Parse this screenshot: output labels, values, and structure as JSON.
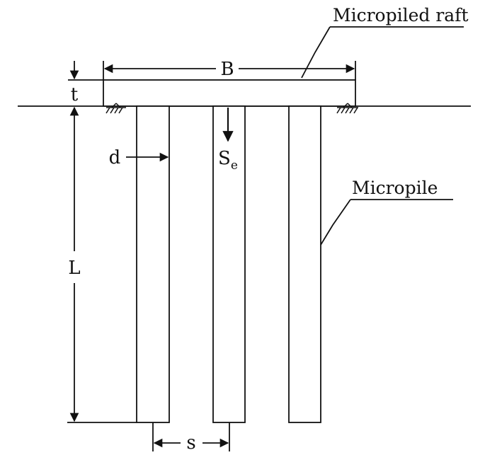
{
  "labels": {
    "raft_callout": "Micropiled raft",
    "pile_callout": "Micropile",
    "raft_width": "B",
    "raft_thickness": "t",
    "pile_diameter": "d",
    "pile_length": "L",
    "pile_spacing": "s",
    "settlement_main": "S",
    "settlement_sub": "e"
  },
  "style": {
    "line_color": "#111111",
    "background": "#ffffff"
  }
}
